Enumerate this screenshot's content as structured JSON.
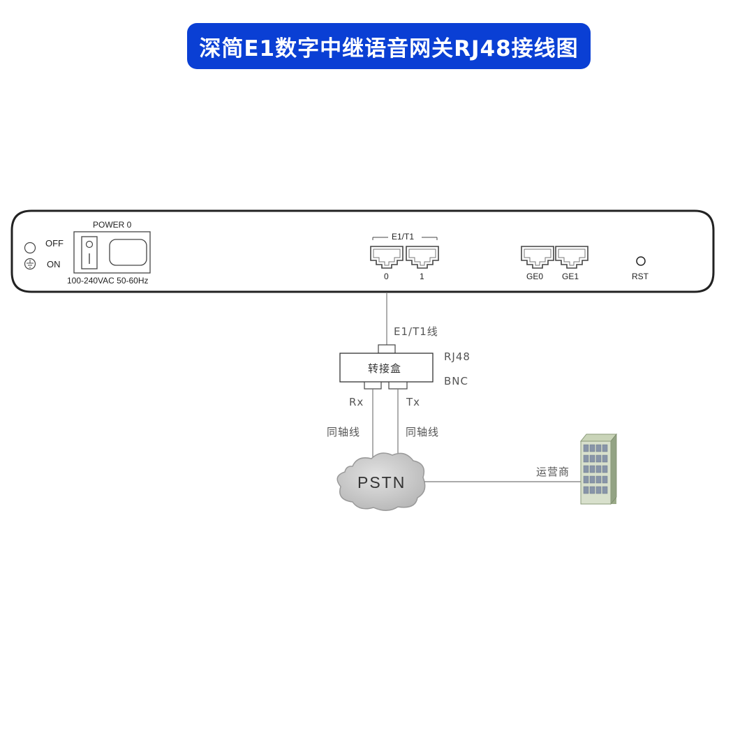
{
  "title": "深简E1数字中继语音网关RJ48接线图",
  "device_panel": {
    "power_label": "POWER 0",
    "off_label": "OFF",
    "on_label": "ON",
    "voltage_label": "100-240VAC 50-60Hz",
    "e1t1_group_label": "E1/T1",
    "e1_port_labels": [
      "0",
      "1"
    ],
    "ge_port_labels": [
      "GE0",
      "GE1"
    ],
    "reset_label": "RST"
  },
  "wiring": {
    "e1_cable_label": "E1/T1线",
    "adapter_box_label": "转接盒",
    "rj48_label": "RJ48",
    "bnc_label": "BNC",
    "rx_label": "Rx",
    "tx_label": "Tx",
    "coax_left_label": "同轴线",
    "coax_right_label": "同轴线",
    "cloud_label": "PSTN",
    "carrier_label": "运营商"
  }
}
